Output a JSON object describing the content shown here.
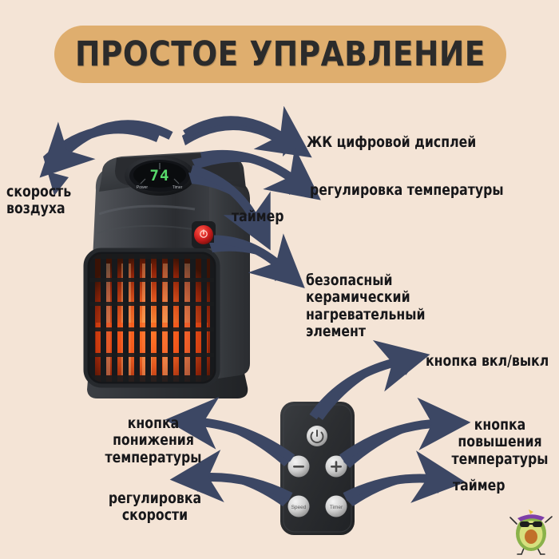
{
  "page": {
    "background_color": "#f4e4d6",
    "title": "ПРОСТОЕ УПРАВЛЕНИЕ",
    "title_pill_color": "#dfae6e",
    "arrow_color": "#3c4764",
    "text_color": "#17171a"
  },
  "product": {
    "type": "portable ceramic space heater",
    "body_color": "#3a3c40",
    "display_value": "74",
    "display_color": "#57d96a",
    "power_button_color": "#d32020",
    "top_panel_labels": [
      "Power",
      "Timer"
    ],
    "grille_glow_color": "#e2571f"
  },
  "remote": {
    "body_color": "#2c2e31",
    "button_color": "#cfcfcf",
    "buttons": [
      {
        "name": "power-button",
        "glyph": "⏻",
        "label": ""
      },
      {
        "name": "temperature-down-button",
        "glyph": "−",
        "label": ""
      },
      {
        "name": "temperature-up-button",
        "glyph": "+",
        "label": ""
      },
      {
        "name": "speed-button",
        "glyph": "",
        "label": "Speed"
      },
      {
        "name": "timer-button",
        "glyph": "",
        "label": "Timer"
      }
    ]
  },
  "callouts": [
    {
      "id": "air-speed",
      "text": "скорость\nвоздуха",
      "align": "left"
    },
    {
      "id": "lcd-display",
      "text": "ЖК цифровой дисплей",
      "align": "left"
    },
    {
      "id": "temp-control",
      "text": "регулировка температуры",
      "align": "left"
    },
    {
      "id": "timer-top",
      "text": "таймер",
      "align": "left"
    },
    {
      "id": "ceramic-element",
      "text": "безопасный\nкерамический\nнагревательный\nэлемент",
      "align": "left"
    },
    {
      "id": "power-switch",
      "text": "кнопка вкл/выкл",
      "align": "left"
    },
    {
      "id": "temp-up",
      "text": "кнопка\nповышения\nтемпературы",
      "align": "center"
    },
    {
      "id": "timer-bottom",
      "text": "таймер",
      "align": "left"
    },
    {
      "id": "temp-down",
      "text": "кнопка\nпонижения\nтемпературы",
      "align": "center"
    },
    {
      "id": "speed-control",
      "text": "регулировка\nскорости",
      "align": "center"
    }
  ],
  "mascot": {
    "name": "avocado-mascot",
    "body_color": "#8ab24a",
    "flesh_color": "#d7e07e",
    "pit_color": "#c1702a",
    "hat_color": "#7e3fa8"
  }
}
